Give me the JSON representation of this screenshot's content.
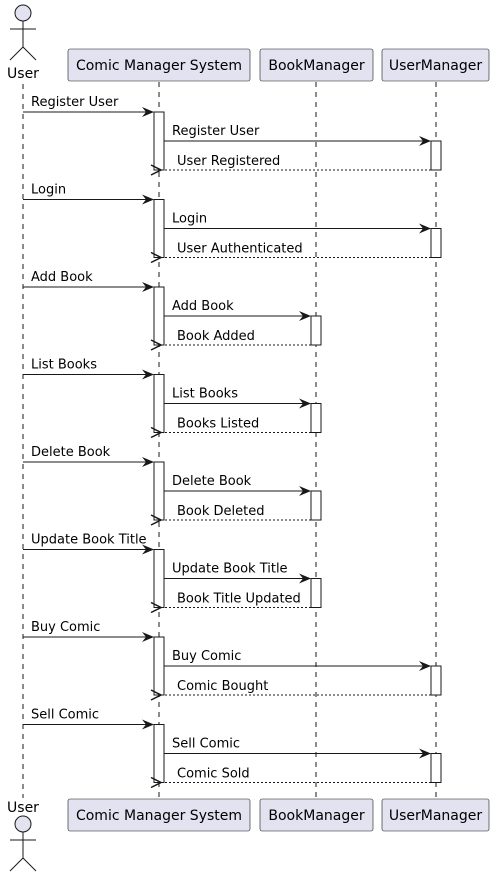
{
  "participants": [
    {
      "id": "user",
      "label": "User",
      "kind": "actor"
    },
    {
      "id": "cms",
      "label": "Comic Manager System",
      "kind": "participant"
    },
    {
      "id": "bm",
      "label": "BookManager",
      "kind": "participant"
    },
    {
      "id": "um",
      "label": "UserManager",
      "kind": "participant"
    }
  ],
  "flows": [
    {
      "request": "Register User",
      "forward": "Register User",
      "reply": "User Registered",
      "target": "um"
    },
    {
      "request": "Login",
      "forward": "Login",
      "reply": "User Authenticated",
      "target": "um"
    },
    {
      "request": "Add Book",
      "forward": "Add Book",
      "reply": "Book Added",
      "target": "bm"
    },
    {
      "request": "List Books",
      "forward": "List Books",
      "reply": "Books Listed",
      "target": "bm"
    },
    {
      "request": "Delete Book",
      "forward": "Delete Book",
      "reply": "Book Deleted",
      "target": "bm"
    },
    {
      "request": "Update Book Title",
      "forward": "Update Book Title",
      "reply": "Book Title Updated",
      "target": "bm"
    },
    {
      "request": "Buy Comic",
      "forward": "Buy Comic",
      "reply": "Comic Bought",
      "target": "um"
    },
    {
      "request": "Sell Comic",
      "forward": "Sell Comic",
      "reply": "Comic Sold",
      "target": "um"
    }
  ],
  "colors": {
    "participant_fill": "#E2E2F0",
    "participant_border": "#181818",
    "lifeline": "#181818",
    "activation_fill": "#FFFFFF",
    "message": "#181818"
  }
}
